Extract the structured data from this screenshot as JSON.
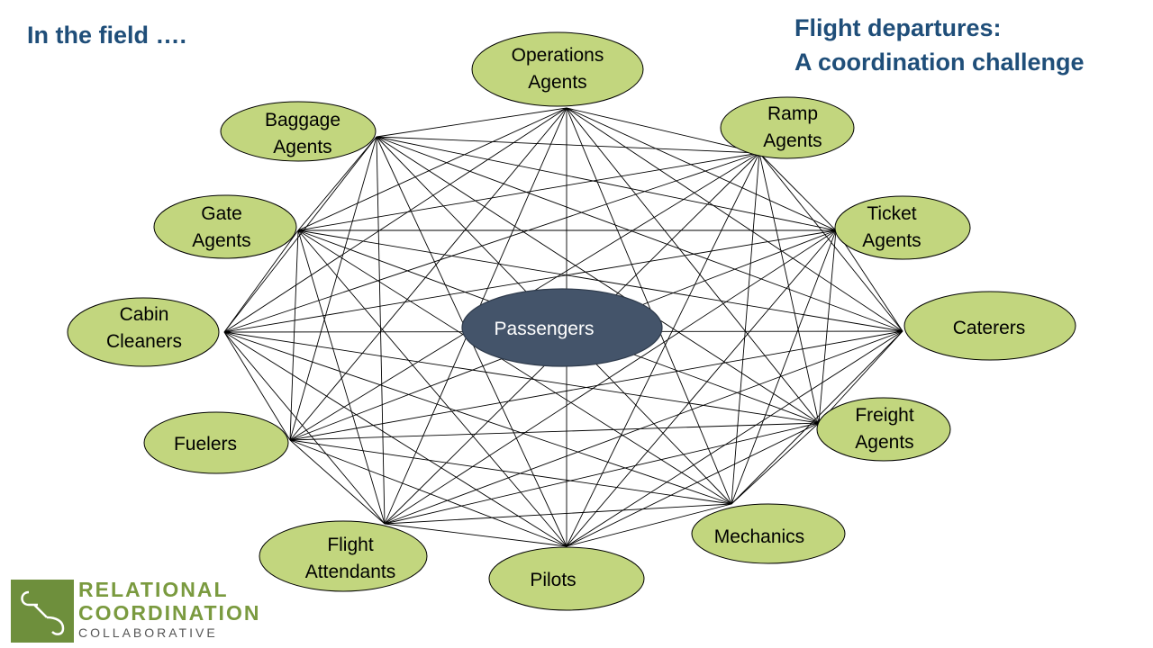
{
  "header": {
    "left_title": "In the field ….",
    "right_title_line1": "Flight departures:",
    "right_title_line2": "A coordination challenge"
  },
  "center": {
    "label": "Passengers"
  },
  "nodes": [
    {
      "id": "operations-agents",
      "lines": [
        "Operations",
        "Agents"
      ]
    },
    {
      "id": "ramp-agents",
      "lines": [
        "Ramp",
        "Agents"
      ]
    },
    {
      "id": "ticket-agents",
      "lines": [
        "Ticket",
        "Agents"
      ]
    },
    {
      "id": "caterers",
      "lines": [
        "Caterers"
      ]
    },
    {
      "id": "freight-agents",
      "lines": [
        "Freight",
        "Agents"
      ]
    },
    {
      "id": "mechanics",
      "lines": [
        "Mechanics"
      ]
    },
    {
      "id": "pilots",
      "lines": [
        "Pilots"
      ]
    },
    {
      "id": "flight-attendants",
      "lines": [
        "Flight",
        "Attendants"
      ]
    },
    {
      "id": "fuelers",
      "lines": [
        "Fuelers"
      ]
    },
    {
      "id": "cabin-cleaners",
      "lines": [
        "Cabin",
        "Cleaners"
      ]
    },
    {
      "id": "gate-agents",
      "lines": [
        "Gate",
        "Agents"
      ]
    },
    {
      "id": "baggage-agents",
      "lines": [
        "Baggage",
        "Agents"
      ]
    }
  ],
  "colors": {
    "node_fill": "#c2d67e",
    "node_stroke": "#000000",
    "center_fill": "#44546a",
    "center_stroke": "#2f3b4c",
    "title_color": "#1f4e79",
    "logo_green": "#6e8f3c"
  },
  "logo": {
    "line1": "RELATIONAL",
    "line2": "COORDINATION",
    "line3": "COLLABORATIVE"
  }
}
